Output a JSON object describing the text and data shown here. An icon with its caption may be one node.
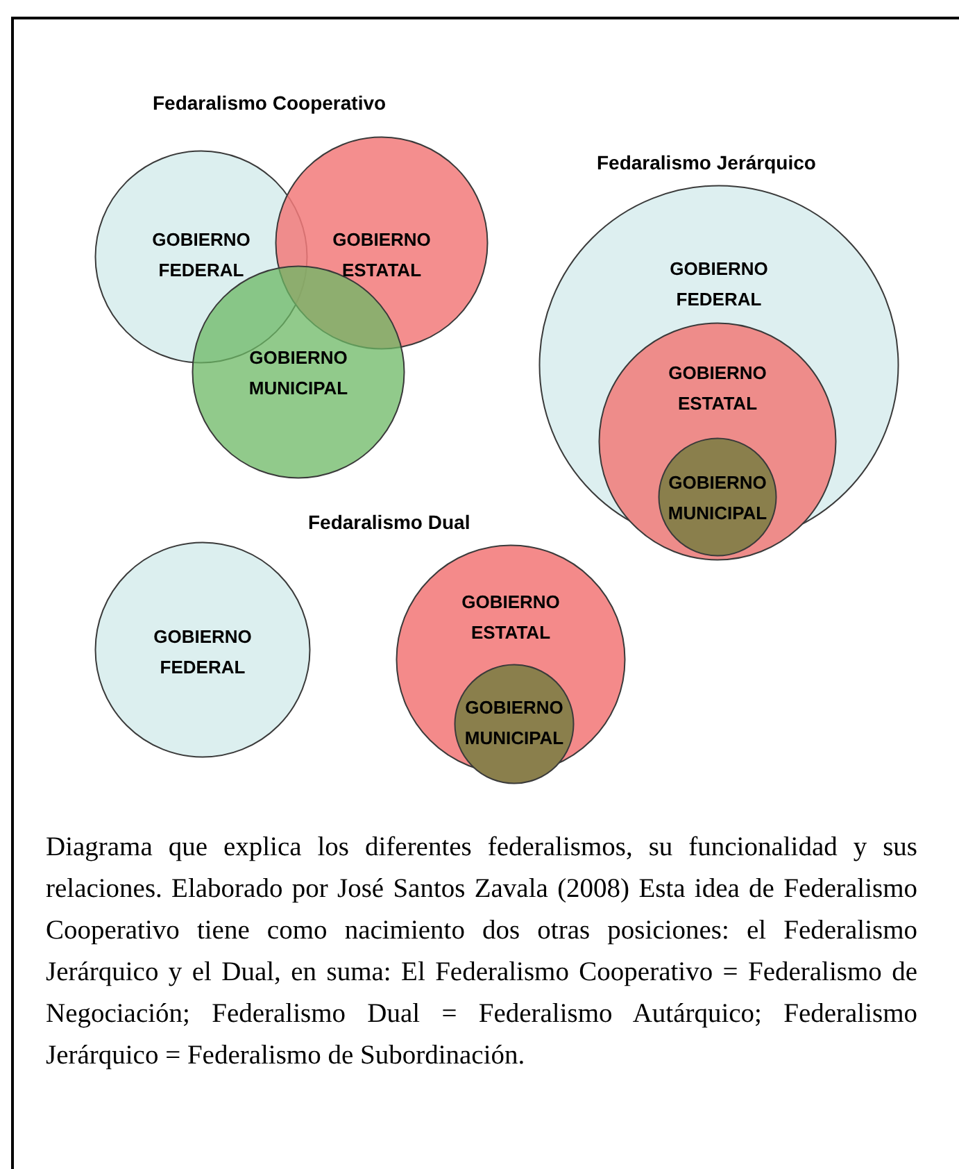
{
  "diagram": {
    "caption": "Diagrama que explica los diferentes federalismos, su funcionalidad y sus relaciones. Elaborado por José Santos Zavala (2008) Esta idea de Federalismo Cooperativo tiene como nacimiento dos otras posiciones: el Federalismo Jerárquico y el Dual, en suma: El Federalismo Cooperativo = Federalismo de Negociación; Federalismo Dual = Federalismo Autárquico; Federalismo Jerárquico = Federalismo de Subordinación.",
    "nodes": [
      {
        "text": [
          "GOBIERNO FEDERAL"
        ]
      },
      {
        "text": [
          "GOBIERNO ESTATAL"
        ]
      },
      {
        "text": [
          "GOBIERNO MUNICIPAL"
        ]
      },
      {
        "text": [
          "GOBIERNO FEDERAL"
        ]
      },
      {
        "text": [
          "GOBIERNO ESTATAL"
        ],
        "in": 3
      },
      {
        "text": [
          "GOBIERNO MUNICIPAL"
        ],
        "in": 4
      },
      {
        "text": [
          "GOBIERNO FEDERAL"
        ]
      },
      {
        "text": [
          "GOBIERNO ESTATAL"
        ]
      },
      {
        "text": [
          "GOBIERNO MUNICIPAL"
        ],
        "in": 7
      }
    ],
    "labels": [
      "Fedaralismo Cooperativo",
      "Fedaralismo Jerárquico",
      "Fedaralismo Dual"
    ]
  }
}
